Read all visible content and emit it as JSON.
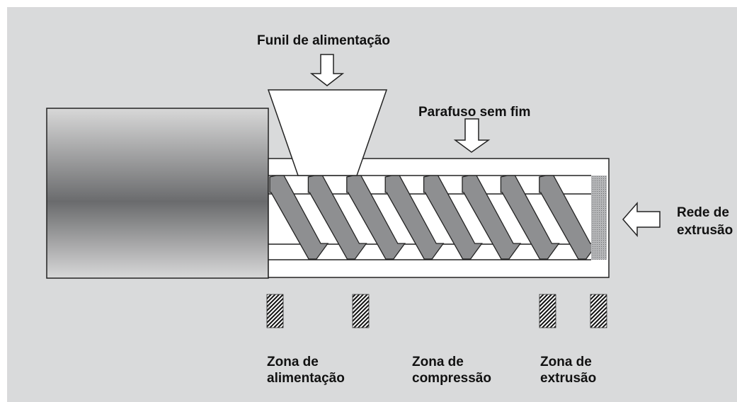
{
  "labels": {
    "funnel": "Funil de alimentação",
    "screw": "Parafuso sem fim",
    "die_line1": "Rede de",
    "die_line2": "extrusão"
  },
  "zones": [
    {
      "line1": "Zona de",
      "line2": "alimentação"
    },
    {
      "line1": "Zona de",
      "line2": "compressão"
    },
    {
      "line1": "Zona de",
      "line2": "extrusão"
    }
  ],
  "colors": {
    "background": "#d9dadb",
    "motor_gradient_edge": "#d8d8d8",
    "motor_gradient_center": "#6a6b6d",
    "flight_fill": "#8e8f91",
    "outline": "#222222",
    "barrel_fill": "#ffffff"
  },
  "screw_flight_count": 8,
  "zone_marker_count": 4
}
